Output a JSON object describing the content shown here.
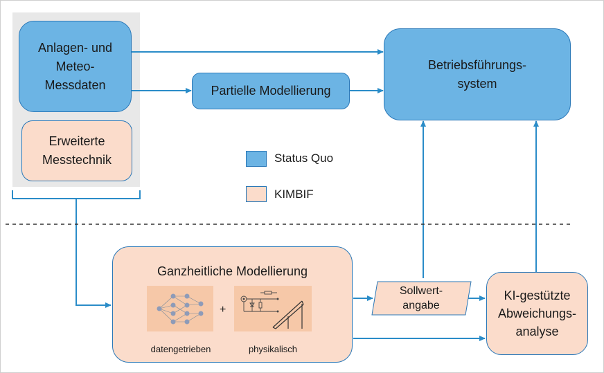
{
  "boxes": {
    "anlagen": "Anlagen- und\nMeteo-\nMessdaten",
    "erweiterte": "Erweiterte\nMesstechnik",
    "partielle": "Partielle Modellierung",
    "betrieb": "Betriebsführungs-\nsystem",
    "ganzheitlich_title": "Ganzheitliche Modellierung",
    "sollwert": "Sollwert-\nangabe",
    "ki": "KI-gestützte\nAbweichungs-\nanalyse"
  },
  "legend": {
    "status_quo": "Status Quo",
    "kimbif": "KIMBIF"
  },
  "sublabels": {
    "daten": "datengetrieben",
    "plus": "+",
    "phys": "physikalisch"
  },
  "colors": {
    "status_quo_fill": "#6cb4e4",
    "kimbif_fill": "#fbdccb",
    "stroke": "#2a78b8",
    "arrow": "#2a8cc8"
  },
  "icons": {
    "neural": "neural-network-icon",
    "physics": "circuit-solar-panel-icon"
  }
}
